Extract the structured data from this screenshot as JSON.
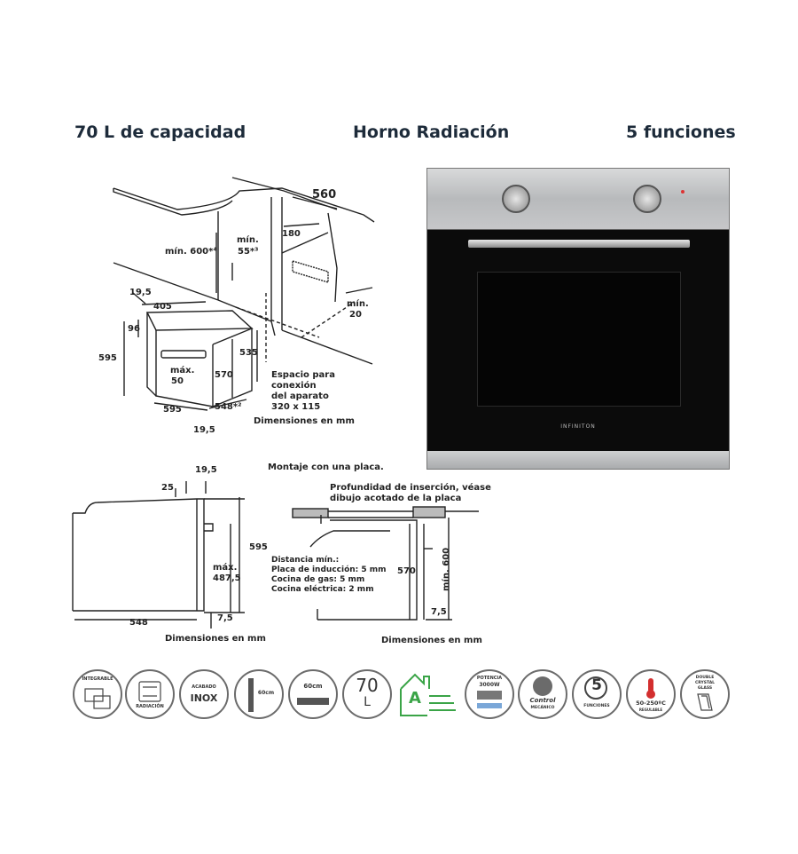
{
  "headers": {
    "capacity": "70 L de capacidad",
    "type": "Horno  Radiación",
    "functions": "5 funciones"
  },
  "diagram_top": {
    "dim_560": "560",
    "min_600": "mín. 600*⁴",
    "min_55_line1": "mín.",
    "min_55_line2": "55*³",
    "dim_180": "180",
    "min_20_line1": "mín.",
    "min_20_line2": "20",
    "dim_19_5_top": "19,5",
    "dim_405": "405",
    "dim_96": "96",
    "dim_595_left": "595",
    "max_50_line1": "máx.",
    "max_50_line2": "50",
    "dim_570": "570",
    "dim_535": "535",
    "dim_595_bottom": "595",
    "dim_548": "548*²",
    "dim_19_5_bottom": "19,5",
    "space_line1": "Espacio para",
    "space_line2": "conexión",
    "space_line3": "del aparato",
    "space_line4": "320 x 115",
    "dims_mm": "Dimensiones en mm"
  },
  "diagram_side": {
    "dim_19_5": "19,5",
    "dim_25": "25",
    "dim_595": "595",
    "max_line1": "máx.",
    "max_line2": "487,5",
    "dim_7_5": "7,5",
    "dim_548": "548",
    "dims_mm": "Dimensiones en mm"
  },
  "diagram_mount": {
    "title": "Montaje con una placa.",
    "depth_line1": "Profundidad de inserción, véase",
    "depth_line2": "dibujo acotado de la placa",
    "dist_title": "Distancia mín.:",
    "dist_induction": "Placa de inducción: 5 mm",
    "dist_gas": "Cocina de gas: 5 mm",
    "dist_electric": "Cocina eléctrica: 2 mm",
    "dim_570": "570",
    "min_600": "mín. 600",
    "dim_7_5": "7,5",
    "dims_mm": "Dimensiones en mm"
  },
  "oven": {
    "brand": "INFINITON"
  },
  "icons": {
    "integrable": "INTEGRABLE",
    "radiacion": "RADIACIÓN",
    "acabado": "ACABADO",
    "inox": "INOX",
    "h60": "60cm",
    "w60": "60cm",
    "capacity_value": "70",
    "capacity_unit": "L",
    "energy_class": "A",
    "potencia": "POTENCIA",
    "potencia_value": "3000W",
    "control_line1": "Control",
    "control_line2": "MECÁNICO",
    "funciones_value": "5",
    "funciones": "FUNCIONES",
    "temp_range": "50-250ºC",
    "regulable": "REGULABLE",
    "glass_line1": "DOUBLE",
    "glass_line2": "CRYSTAL",
    "glass_line3": "GLASS"
  },
  "colors": {
    "header_text": "#1d2b3a",
    "inox": "#c9cacb",
    "oven_black": "#0b0b0b",
    "energy_green": "#3aa447",
    "thermo_red": "#d32f2f"
  }
}
